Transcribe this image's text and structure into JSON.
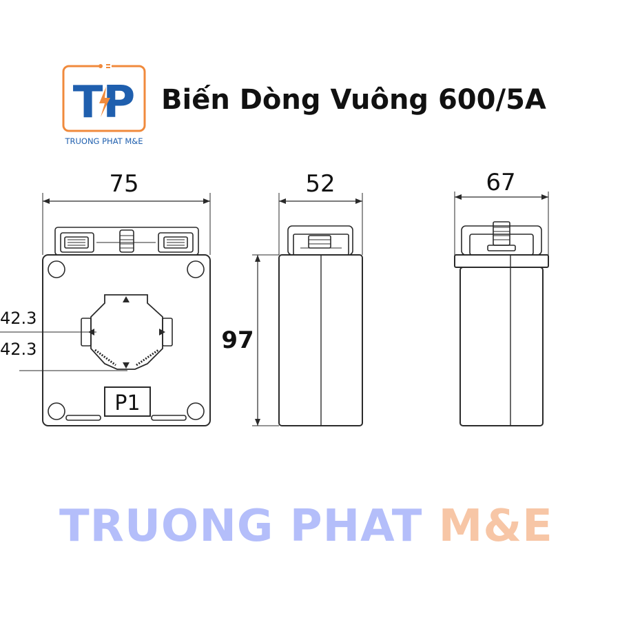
{
  "header": {
    "logo_letters": "TP",
    "logo_caption": "TRUONG PHAT M&E",
    "title": "Biến Dòng Vuông 600/5A"
  },
  "drawing": {
    "front": {
      "width_label": "75",
      "inner_dim_1": "42.3",
      "inner_dim_2": "42.3",
      "terminal_marking": "P1"
    },
    "side": {
      "width_label": "52",
      "height_label": "97"
    },
    "back": {
      "width_label": "67"
    }
  },
  "watermark": {
    "part1": "TRUONG PHAT",
    "part2": "M&E"
  },
  "colors": {
    "logo_orange": "#f08a3c",
    "logo_blue": "#1f5fae",
    "line": "#2a2a2a",
    "watermark_blue": "#b4befa",
    "watermark_orange": "#f7c6a6"
  }
}
